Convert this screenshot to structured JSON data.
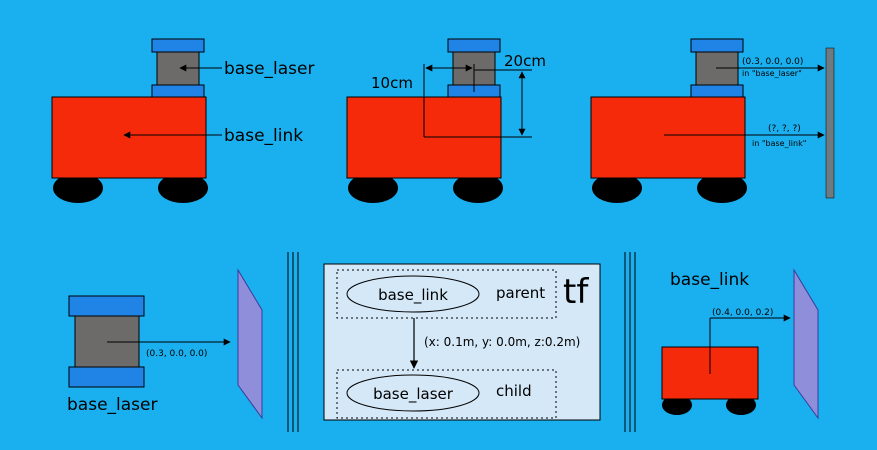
{
  "panels": {
    "top_left": {
      "laser_label": "base_laser",
      "link_label": "base_link"
    },
    "top_middle": {
      "horizontal_offset": "10cm",
      "vertical_offset": "20cm"
    },
    "top_right": {
      "laser_coords": "(0.3, 0.0, 0.0)",
      "laser_frame": "in \"base_laser\"",
      "link_coords": "(?, ?, ?)",
      "link_frame": "in \"base_link\""
    },
    "bottom_left": {
      "coords": "(0.3, 0.0, 0.0)",
      "label": "base_laser"
    },
    "tf_box": {
      "title": "tf",
      "parent_frame": "base_link",
      "parent_label": "parent",
      "transform": "(x: 0.1m, y: 0.0m, z:0.2m)",
      "child_frame": "base_laser",
      "child_label": "child"
    },
    "bottom_right": {
      "label": "base_link",
      "coords": "(0.4, 0.0, 0.2)"
    }
  },
  "colors": {
    "background": "#1ab0ef",
    "robot_body": "#f52a0a",
    "laser_cap": "#1f84e6",
    "laser_body": "#6d6a6a",
    "wheel": "#000000",
    "wall": "#8e8edb",
    "tf_box": "#d4e8f8"
  }
}
